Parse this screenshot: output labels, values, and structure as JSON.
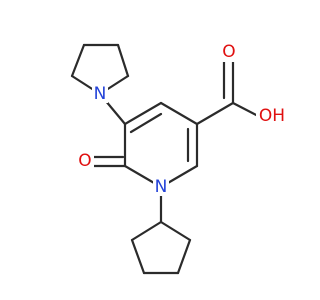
{
  "colors": {
    "bond": "#2b2b2b",
    "nitrogen": "#2342d8",
    "oxygen": "#e01010",
    "background": "#ffffff"
  },
  "atoms": {
    "n_pyrrolidine": "N",
    "n_pyridone": "N",
    "o_carbonyl": "O",
    "o_acid_carbonyl": "O",
    "oh_acid": "OH"
  }
}
